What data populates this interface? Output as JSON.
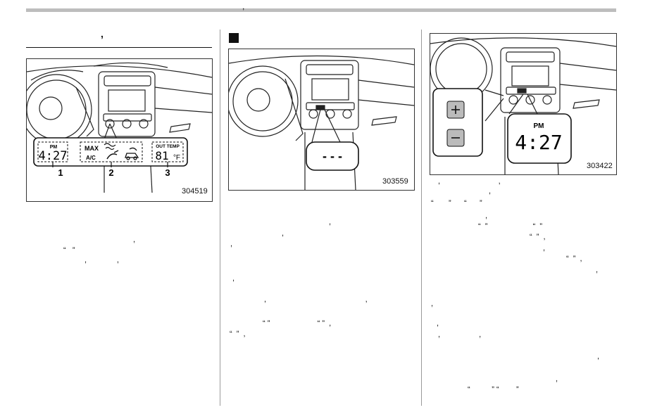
{
  "header": {
    "mark": ","
  },
  "col1": {
    "title_mark": ",",
    "figure": {
      "code": "304519",
      "lcd": {
        "clock_pm": "PM",
        "clock_time": "4:27",
        "max_label": "MAX",
        "ac_label": "A/C",
        "out_temp_label": "OUT TEMP",
        "temp_value": "81",
        "temp_unit": "°F"
      },
      "callouts": [
        "1",
        "2",
        "3"
      ]
    },
    "text_lines": [
      ",",
      "“   ”",
      ",              ,"
    ]
  },
  "col2": {
    "figure": {
      "code": "303559",
      "dashes": "- - -"
    },
    "text_lines": [
      ",",
      ",",
      ",",
      ",",
      ",                                              ,",
      "“ ”                      “ ”  ,",
      "“  ”  ,"
    ]
  },
  "col3": {
    "figure": {
      "code": "303422",
      "pm": "PM",
      "time": "4:27"
    },
    "text_lines": [
      ",                           ,",
      ",",
      "“       ”      “      ”",
      ",",
      "“  ”                     “  ”",
      "“  ”  ,",
      ",",
      "“  ”  ,",
      ",",
      ",",
      ",",
      ",                  ,",
      ",",
      ",",
      "“          ” “        ”"
    ]
  }
}
